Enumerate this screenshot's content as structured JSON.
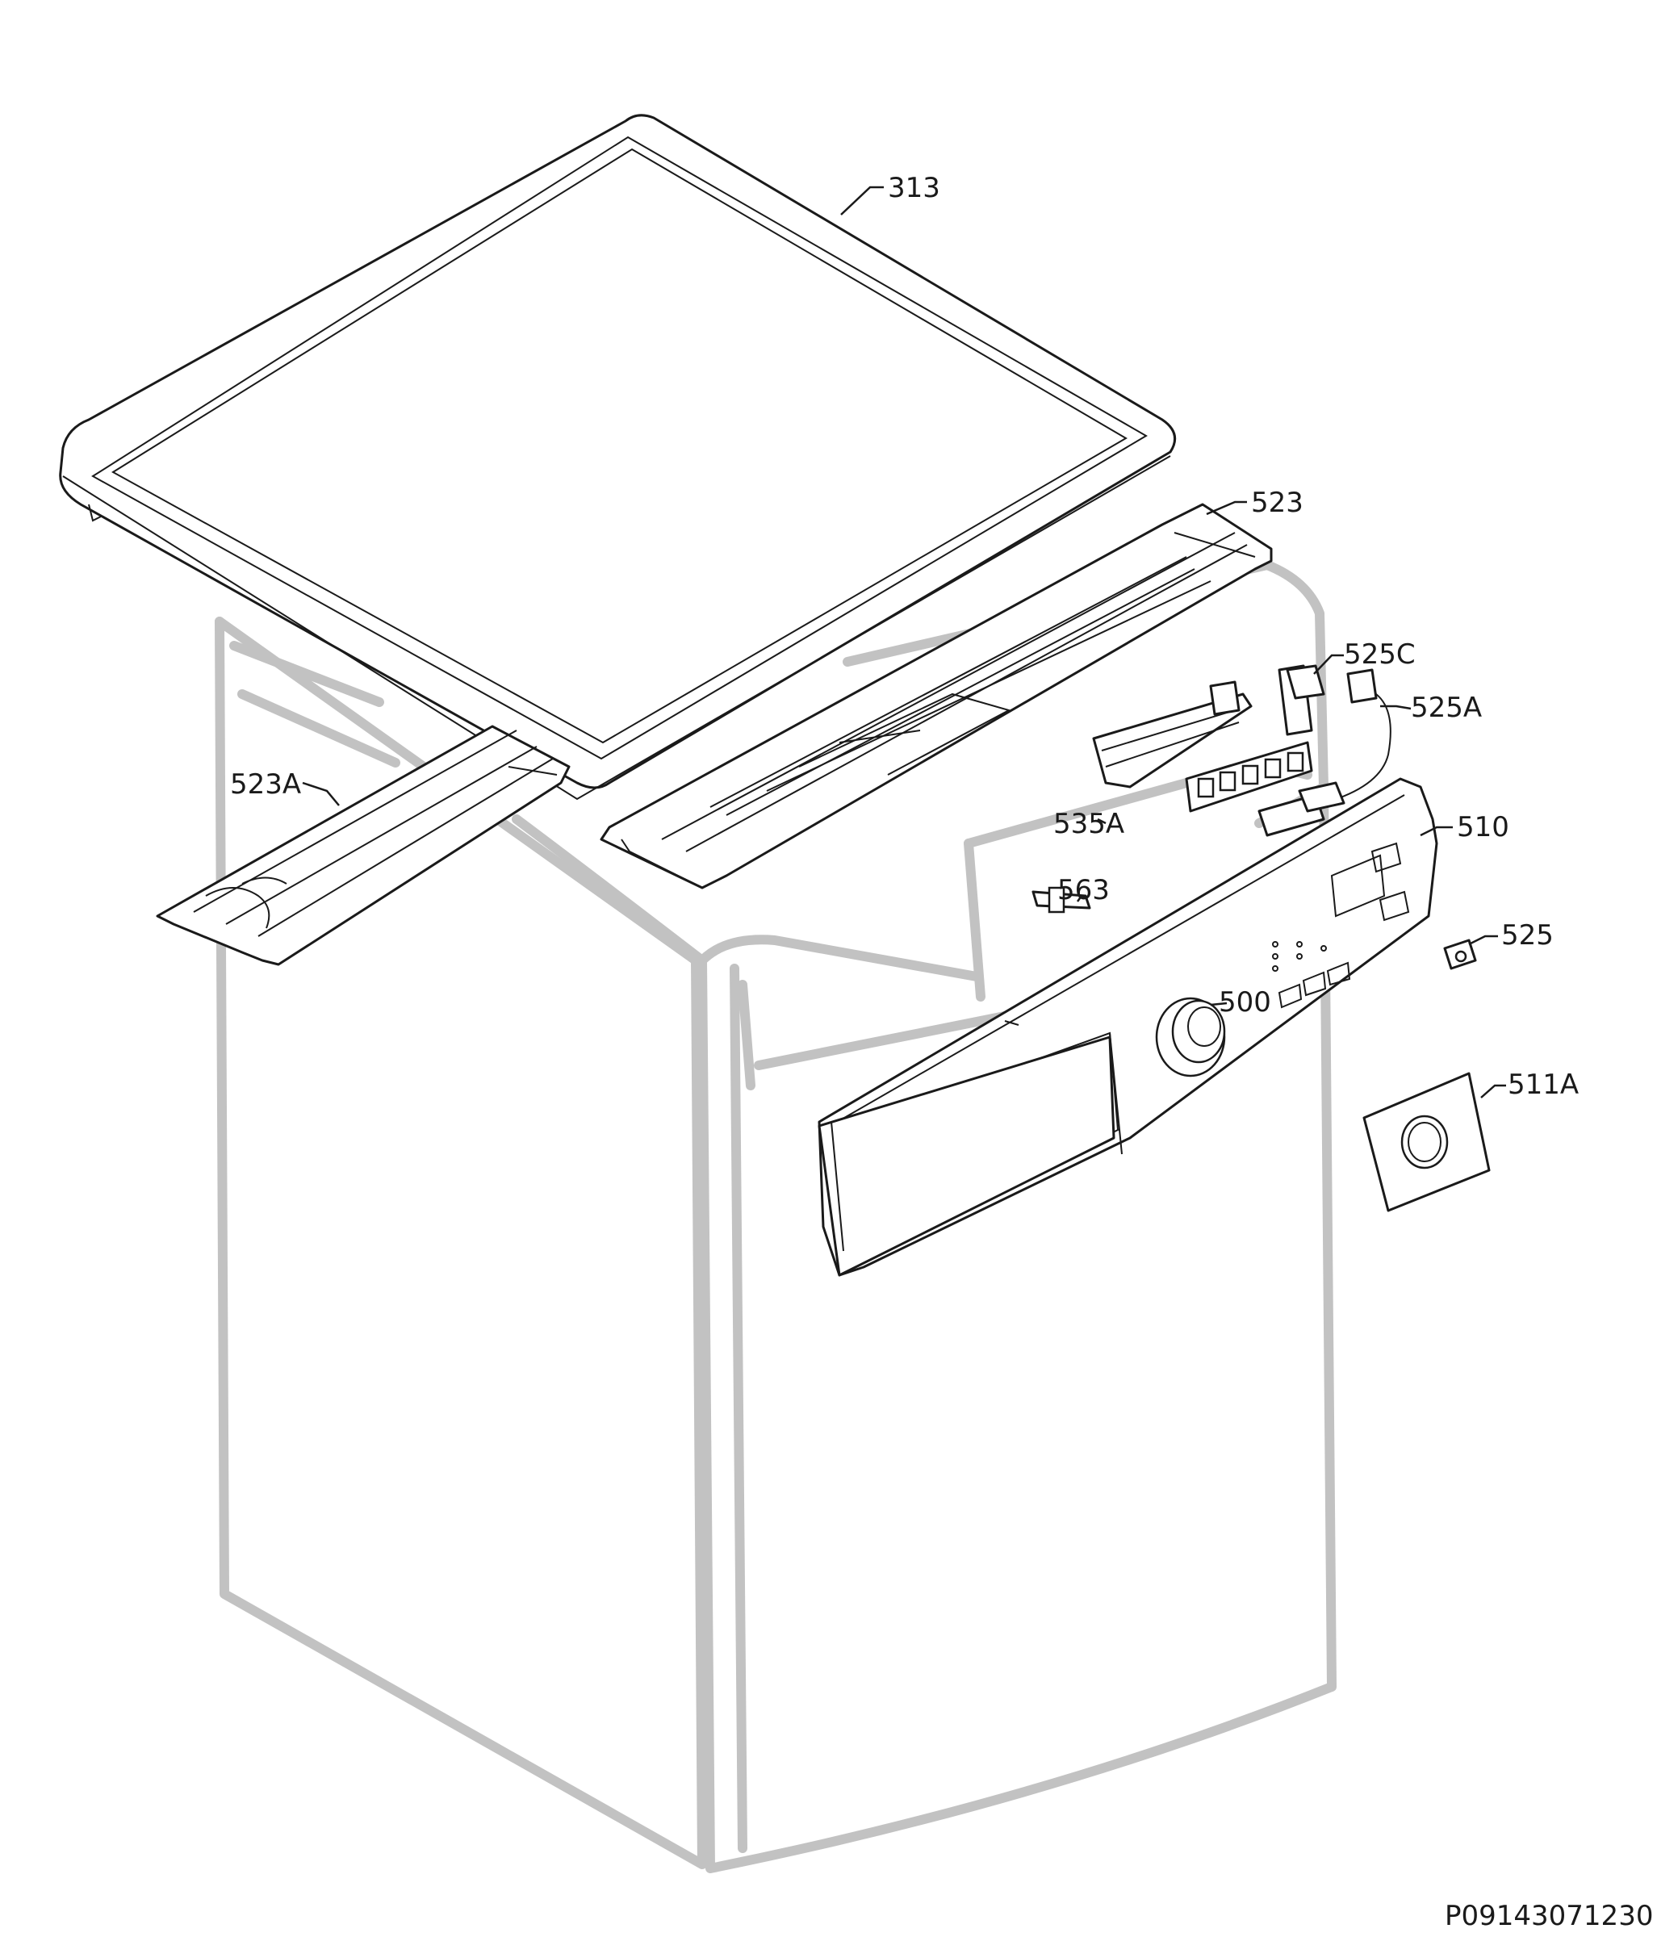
{
  "callouts": [
    {
      "id": "313",
      "label": "313"
    },
    {
      "id": "523",
      "label": "523"
    },
    {
      "id": "525C",
      "label": "525C"
    },
    {
      "id": "525A",
      "label": "525A"
    },
    {
      "id": "523A",
      "label": "523A"
    },
    {
      "id": "535A",
      "label": "535A"
    },
    {
      "id": "510",
      "label": "510"
    },
    {
      "id": "563",
      "label": "563"
    },
    {
      "id": "525",
      "label": "525"
    },
    {
      "id": "500",
      "label": "500"
    },
    {
      "id": "511A",
      "label": "511A"
    }
  ],
  "drawing_reference": "P09143071230",
  "colors": {
    "cabinet_outline": "#c2c2c2",
    "part_line": "#1a1a1a",
    "background": "#ffffff"
  }
}
